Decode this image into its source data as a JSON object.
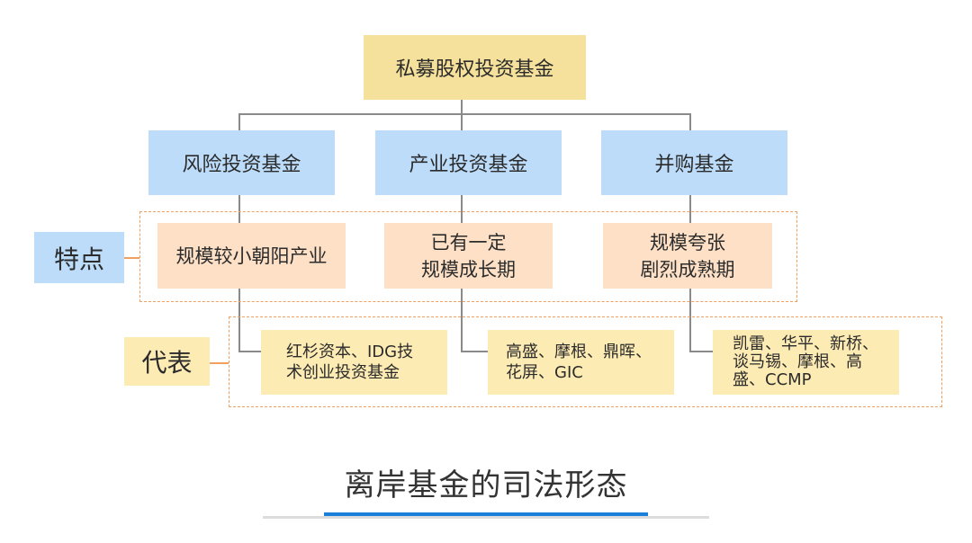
{
  "root": {
    "label": "私募股权投资基金"
  },
  "categories": [
    {
      "label": "风险投资基金"
    },
    {
      "label": "产业投资基金"
    },
    {
      "label": "并购基金"
    }
  ],
  "row_labels": {
    "features": "特点",
    "representatives": "代表"
  },
  "features": [
    {
      "text": "规模较小朝阳产业"
    },
    {
      "text": "已有一定\n规模成长期"
    },
    {
      "text": "规模夸张\n剧烈成熟期"
    }
  ],
  "representatives": [
    {
      "text": "红杉资本、IDG技\n术创业投资基金"
    },
    {
      "text": "高盛、摩根、鼎晖、\n花屏、GIC"
    },
    {
      "text": "凯雷、华平、新桥、\n谈马锡、摩根、高\n盛、CCMP"
    }
  ],
  "title": "离岸基金的司法形态",
  "colors": {
    "root_fill": "#f5e19b",
    "category_fill": "#bcdcfa",
    "feature_fill": "#fde0c6",
    "representative_fill": "#fdebb4",
    "dashed_border": "#f0a060",
    "connector": "#8a8a8a",
    "title_underline": "#1a7fd8"
  }
}
